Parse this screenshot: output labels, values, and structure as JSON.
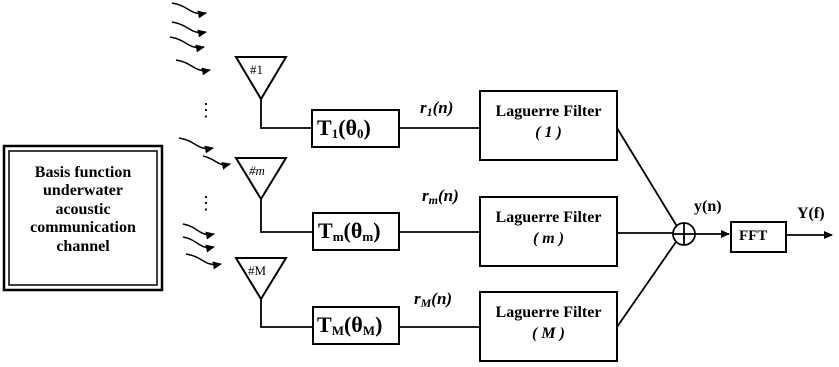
{
  "channel_box": {
    "line1": "Basis function",
    "line2": "underwater",
    "line3": "acoustic",
    "line4": "communication",
    "line5": "channel"
  },
  "antennas": [
    {
      "label": "#1"
    },
    {
      "label": "#m"
    },
    {
      "label": "#M"
    }
  ],
  "ellipsis": "⋮",
  "transform_blocks": [
    {
      "main": "T",
      "sub": "1",
      "arg": "θ",
      "arg_sub": "0"
    },
    {
      "main": "T",
      "sub": "m",
      "arg": "θ",
      "arg_sub": "m"
    },
    {
      "main": "T",
      "sub": "M",
      "arg": "θ",
      "arg_sub": "M"
    }
  ],
  "signals": [
    {
      "main": "r",
      "sub": "1",
      "arg": "(n)"
    },
    {
      "main": "r",
      "sub": "m",
      "arg": "(n)"
    },
    {
      "main": "r",
      "sub": "M",
      "arg": "(n)"
    }
  ],
  "filters": [
    {
      "title": "Laguerre Filter",
      "index": "( 1 )"
    },
    {
      "title": "Laguerre Filter",
      "index": "( m )"
    },
    {
      "title": "Laguerre Filter",
      "index": "( M )"
    }
  ],
  "sum_output": "y(n)",
  "fft_label": "FFT",
  "fft_output": "Y(f)"
}
